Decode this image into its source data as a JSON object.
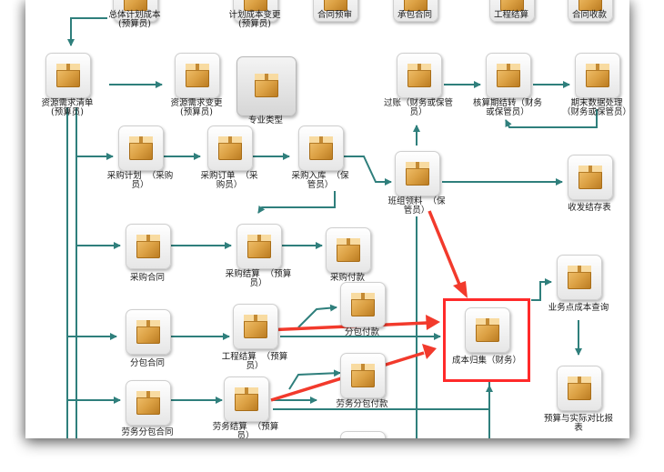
{
  "nodes": {
    "total_plan_cost": "总体计划成本\n(预算员)",
    "plan_cost_change": "计划成本变更\n(预算员)",
    "contract_review": "合同预审",
    "subcontract": "承包合同",
    "project_settle_top": "工程结算",
    "contract_collect": "合同收款",
    "resource_list": "资源需求清单\n(预算员)",
    "resource_change": "资源需求变更\n(预算员)",
    "specialty_type": "专业类型",
    "transfer": "过账（财务或保管\n员）",
    "period_carry": "核算期结转（财务\n或保管员）",
    "period_data": "期末数据处理\n（财务或保管员）",
    "purchase_plan": "采购计划  （采购\n员）",
    "purchase_order": "采购订单  （采\n购员）",
    "purchase_in": "采购入库  （保\n管员）",
    "team_material": "班组领料  （保\n管员）",
    "stock_summary": "收发结存表",
    "purchase_contract": "采购合同",
    "purchase_settle": "采购结算  （预算\n员）",
    "purchase_pay": "采购付款",
    "sub_pay": "分包付款",
    "cost_collect": "成本归集（财务）",
    "biz_cost_query": "业务点成本查询",
    "sub_contract": "分包合同",
    "project_settle": "工程结算  （预算\n员）",
    "labor_pay": "劳务分包付款",
    "labor_contract": "劳务分包合同",
    "labor_settle": "劳务结算  （预算\n员）",
    "budget_compare": "预算与实际对比报\n表"
  },
  "colors": {
    "connector": "#2f7f7c",
    "highlight": "#ff2a2a",
    "arrow": "#f23a2c",
    "box": "#dba043"
  }
}
